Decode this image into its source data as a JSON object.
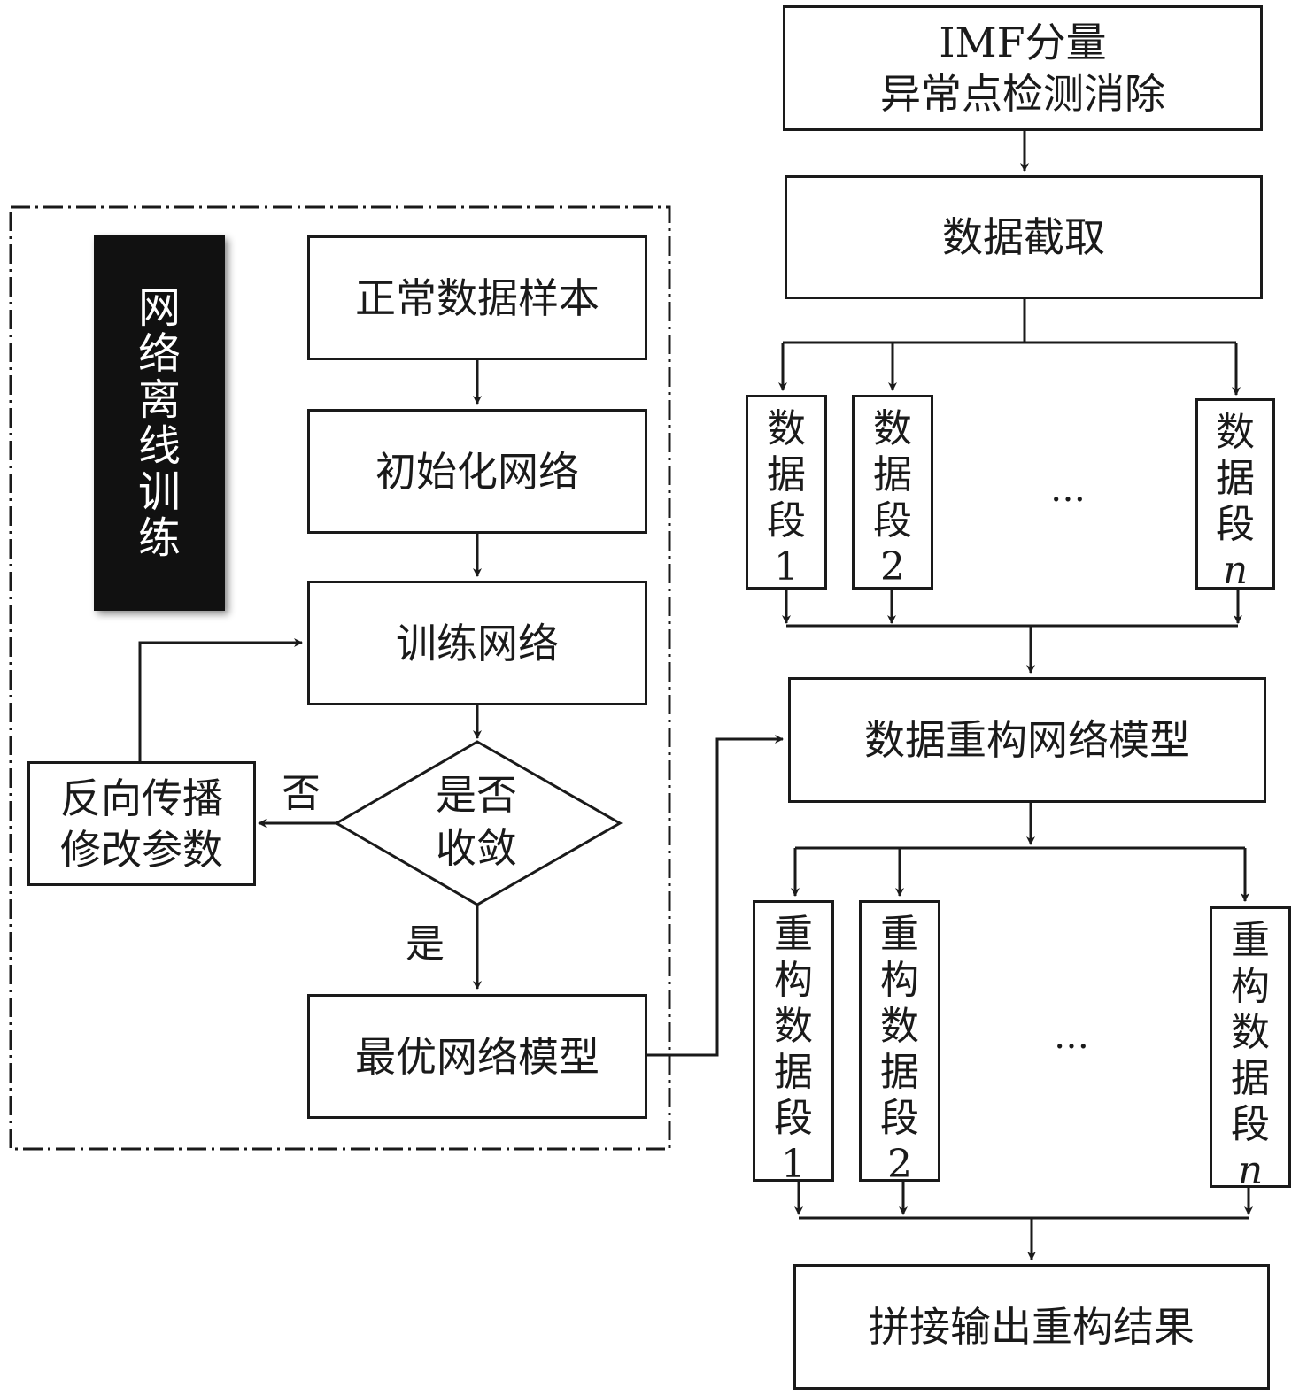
{
  "left_panel": {
    "title": [
      "网",
      "络",
      "离",
      "线",
      "训",
      "练"
    ],
    "normal_samples": "正常数据样本",
    "init_network": "初始化网络",
    "train_network": "训练网络",
    "converged_q_line1": "是否",
    "converged_q_line2": "收敛",
    "no_label": "否",
    "yes_label": "是",
    "backprop_line1": "反向传播",
    "backprop_line2": "修改参数",
    "optimal_model": "最优网络模型"
  },
  "right_panel": {
    "imf_line1": "IMF分量",
    "imf_line2": "异常点检测消除",
    "data_cut": "数据截取",
    "segments": [
      {
        "chars": [
          "数",
          "据",
          "段"
        ],
        "index": "1"
      },
      {
        "chars": [
          "数",
          "据",
          "段"
        ],
        "index": "2"
      },
      {
        "chars": [
          "数",
          "据",
          "段"
        ],
        "index": "n"
      }
    ],
    "seg_ellipsis": "…",
    "reconstruct_model": "数据重构网络模型",
    "recon_segments": [
      {
        "chars": [
          "重",
          "构",
          "数",
          "据",
          "段"
        ],
        "index": "1"
      },
      {
        "chars": [
          "重",
          "构",
          "数",
          "据",
          "段"
        ],
        "index": "2"
      },
      {
        "chars": [
          "重",
          "构",
          "数",
          "据",
          "段"
        ],
        "index": "n"
      }
    ],
    "recon_ellipsis": "…",
    "output": "拼接输出重构结果"
  }
}
